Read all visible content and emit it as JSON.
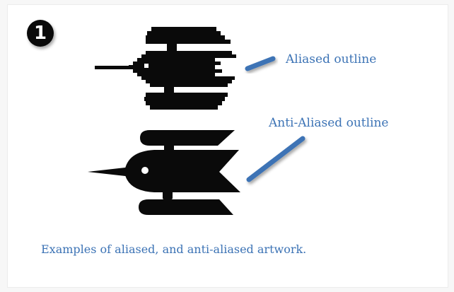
{
  "badge": {
    "number": "1"
  },
  "labels": {
    "aliased": "Aliased outline",
    "anti_aliased": "Anti-Aliased outline"
  },
  "caption": "Examples of aliased, and anti-aliased artwork.",
  "colors": {
    "accent": "#3c73b5",
    "ink": "#0a0a0a",
    "background": "#ffffff"
  }
}
